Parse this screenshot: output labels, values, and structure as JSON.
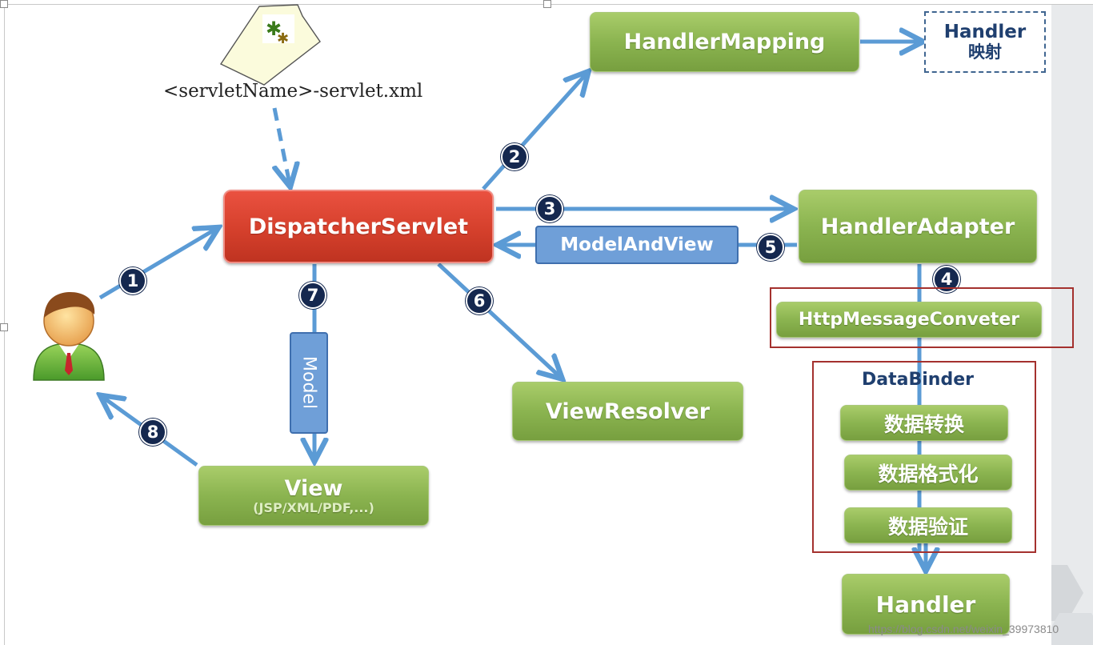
{
  "config_file": "<servletName>-servlet.xml",
  "nodes": {
    "dispatcher": "DispatcherServlet",
    "handler_mapping": "HandlerMapping",
    "handler_mapping_result_line1": "Handler",
    "handler_mapping_result_line2": "映射",
    "handler_adapter": "HandlerAdapter",
    "model_and_view": "ModelAndView",
    "http_message_converter": "HttpMessageConveter",
    "data_binder": "DataBinder",
    "data_conversion": "数据转换",
    "data_formatting": "数据格式化",
    "data_validation": "数据验证",
    "handler": "Handler",
    "view_resolver": "ViewResolver",
    "view": "View",
    "view_types": "(JSP/XML/PDF,...)",
    "model": "Model"
  },
  "steps": [
    "1",
    "2",
    "3",
    "4",
    "5",
    "6",
    "7",
    "8"
  ],
  "watermark": "https://blog.csdn.net/weixin_39973810",
  "colors": {
    "arrow": "#5b9bd5",
    "green_box": "#8bb450",
    "red_box": "#d5402c",
    "blue_box": "#6f9fd8",
    "step_badge": "#15284f",
    "highlight_border": "#a4312e"
  }
}
